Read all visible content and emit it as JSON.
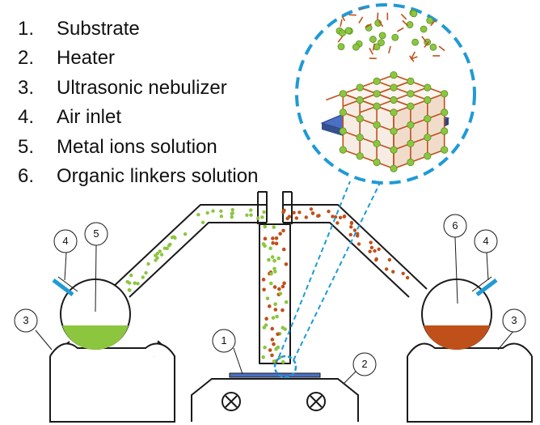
{
  "legend": {
    "items": [
      {
        "number": "1.",
        "label": "Substrate"
      },
      {
        "number": "2.",
        "label": "Heater"
      },
      {
        "number": "3.",
        "label": "Ultrasonic nebulizer"
      },
      {
        "number": "4.",
        "label": "Air inlet"
      },
      {
        "number": "5.",
        "label": "Metal ions solution"
      },
      {
        "number": "6.",
        "label": "Organic linkers solution"
      }
    ]
  },
  "callouts": {
    "c1": "1",
    "c2": "2",
    "c3_left": "3",
    "c3_right": "3",
    "c4_left": "4",
    "c4_right": "4",
    "c5": "5",
    "c6": "6"
  },
  "colors": {
    "metal_ions": "#8cc63f",
    "linkers": "#c0501a",
    "zoom_circle": "#1f9ad6",
    "substrate": "#4a6fc4",
    "outline": "#1a1a1a"
  },
  "icons": {
    "heater_elements": "circled-x-icon"
  }
}
